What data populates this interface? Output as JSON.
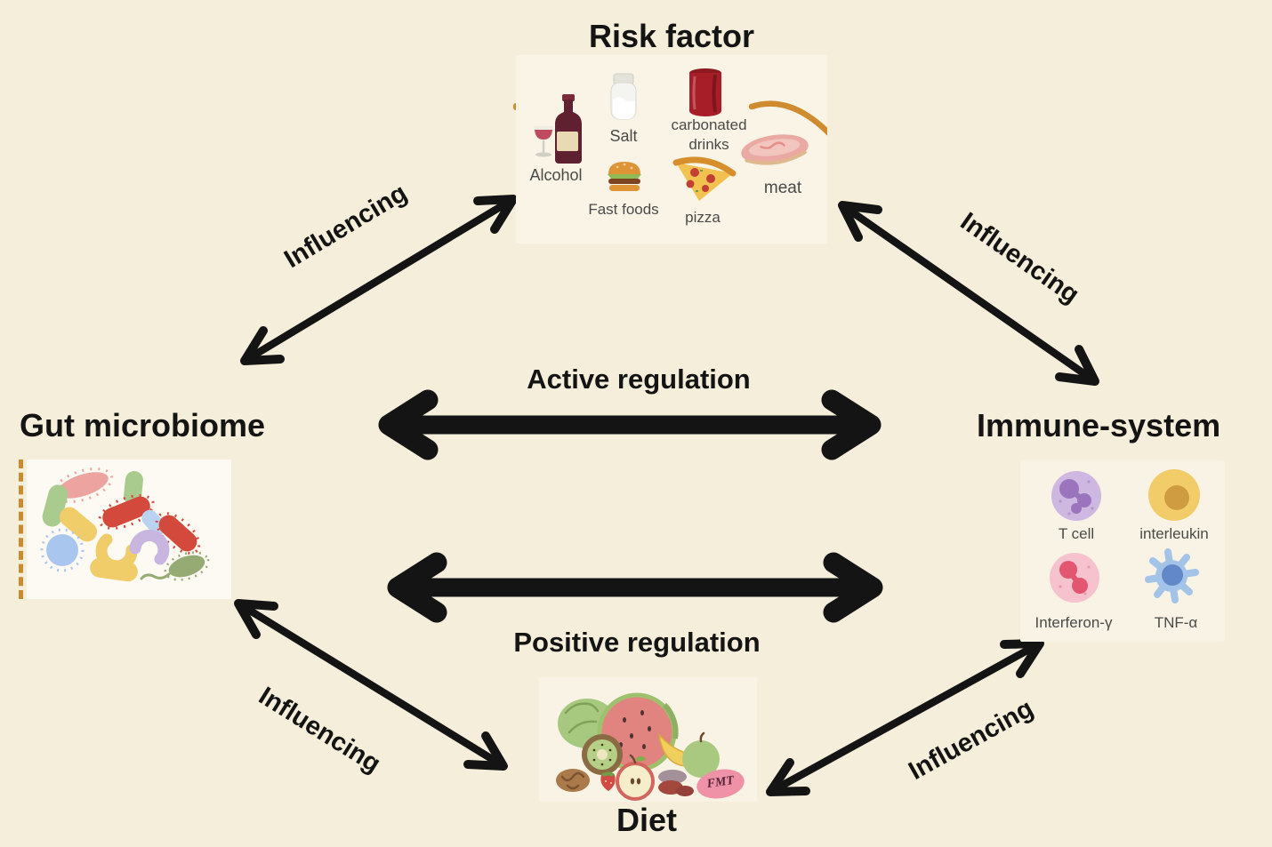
{
  "canvas": {
    "background": "#f5eedb",
    "arrow_color": "#141414",
    "accent_orange": "#cf8b2e"
  },
  "nodes": {
    "risk_factor": {
      "title": "Risk factor",
      "items": {
        "alcohol": "Alcohol",
        "salt": "Salt",
        "carbonated_drinks": "carbonated drinks",
        "fast_foods": "Fast foods",
        "pizza": "pizza",
        "meat": "meat"
      }
    },
    "gut_microbiome": {
      "title": "Gut microbiome"
    },
    "immune_system": {
      "title": "Immune-system",
      "cells": {
        "t_cell": "T cell",
        "interleukin": "interleukin",
        "interferon_gamma": "Interferon-γ",
        "tnf_alpha": "TNF-α"
      }
    },
    "diet": {
      "title": "Diet",
      "fmt_label": "FMT"
    }
  },
  "edges": {
    "gut_risk": {
      "label": "Influencing"
    },
    "risk_immune": {
      "label": "Influencing"
    },
    "gut_immune_active": {
      "label": "Active regulation"
    },
    "gut_immune_positive": {
      "label": "Positive regulation"
    },
    "gut_diet": {
      "label": "Influencing"
    },
    "diet_immune": {
      "label": "Influencing"
    }
  }
}
